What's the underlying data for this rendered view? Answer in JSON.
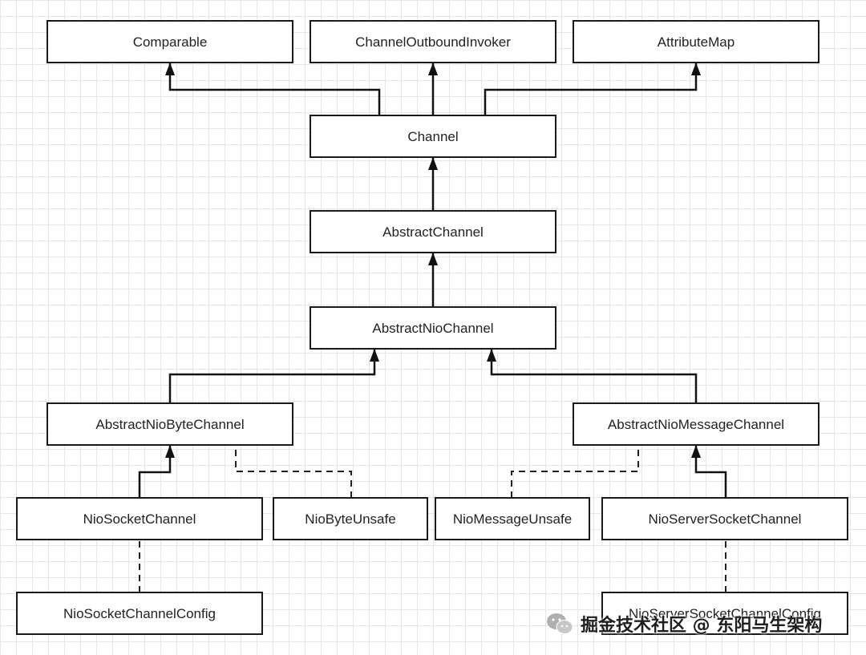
{
  "diagram": {
    "nodes": [
      {
        "id": "comparable",
        "label": "Comparable"
      },
      {
        "id": "channel-outbound-invoker",
        "label": "ChannelOutboundInvoker"
      },
      {
        "id": "attribute-map",
        "label": "AttributeMap"
      },
      {
        "id": "channel",
        "label": "Channel"
      },
      {
        "id": "abstract-channel",
        "label": "AbstractChannel"
      },
      {
        "id": "abstract-nio-channel",
        "label": "AbstractNioChannel"
      },
      {
        "id": "abstract-nio-byte-channel",
        "label": "AbstractNioByteChannel"
      },
      {
        "id": "abstract-nio-message-channel",
        "label": "AbstractNioMessageChannel"
      },
      {
        "id": "nio-socket-channel",
        "label": "NioSocketChannel"
      },
      {
        "id": "nio-byte-unsafe",
        "label": "NioByteUnsafe"
      },
      {
        "id": "nio-message-unsafe",
        "label": "NioMessageUnsafe"
      },
      {
        "id": "nio-server-socket-channel",
        "label": "NioServerSocketChannel"
      },
      {
        "id": "nio-socket-channel-config",
        "label": "NioSocketChannelConfig"
      },
      {
        "id": "nio-server-socket-channel-config",
        "label": "NioServerSocketChannelConfig"
      }
    ],
    "edges": [
      {
        "from": "channel",
        "to": "comparable",
        "style": "inherit"
      },
      {
        "from": "channel",
        "to": "channel-outbound-invoker",
        "style": "inherit"
      },
      {
        "from": "channel",
        "to": "attribute-map",
        "style": "inherit"
      },
      {
        "from": "abstract-channel",
        "to": "channel",
        "style": "inherit"
      },
      {
        "from": "abstract-nio-channel",
        "to": "abstract-channel",
        "style": "inherit"
      },
      {
        "from": "abstract-nio-byte-channel",
        "to": "abstract-nio-channel",
        "style": "inherit"
      },
      {
        "from": "abstract-nio-message-channel",
        "to": "abstract-nio-channel",
        "style": "inherit"
      },
      {
        "from": "nio-socket-channel",
        "to": "abstract-nio-byte-channel",
        "style": "inherit"
      },
      {
        "from": "nio-byte-unsafe",
        "to": "abstract-nio-byte-channel",
        "style": "association"
      },
      {
        "from": "nio-message-unsafe",
        "to": "abstract-nio-message-channel",
        "style": "association"
      },
      {
        "from": "nio-server-socket-channel",
        "to": "abstract-nio-message-channel",
        "style": "inherit"
      },
      {
        "from": "nio-socket-channel-config",
        "to": "nio-socket-channel",
        "style": "association"
      },
      {
        "from": "nio-server-socket-channel-config",
        "to": "nio-server-socket-channel",
        "style": "association"
      }
    ]
  },
  "watermark": {
    "text": "掘金技术社区 @ 东阳马生架构",
    "icon": "wechat-icon"
  }
}
